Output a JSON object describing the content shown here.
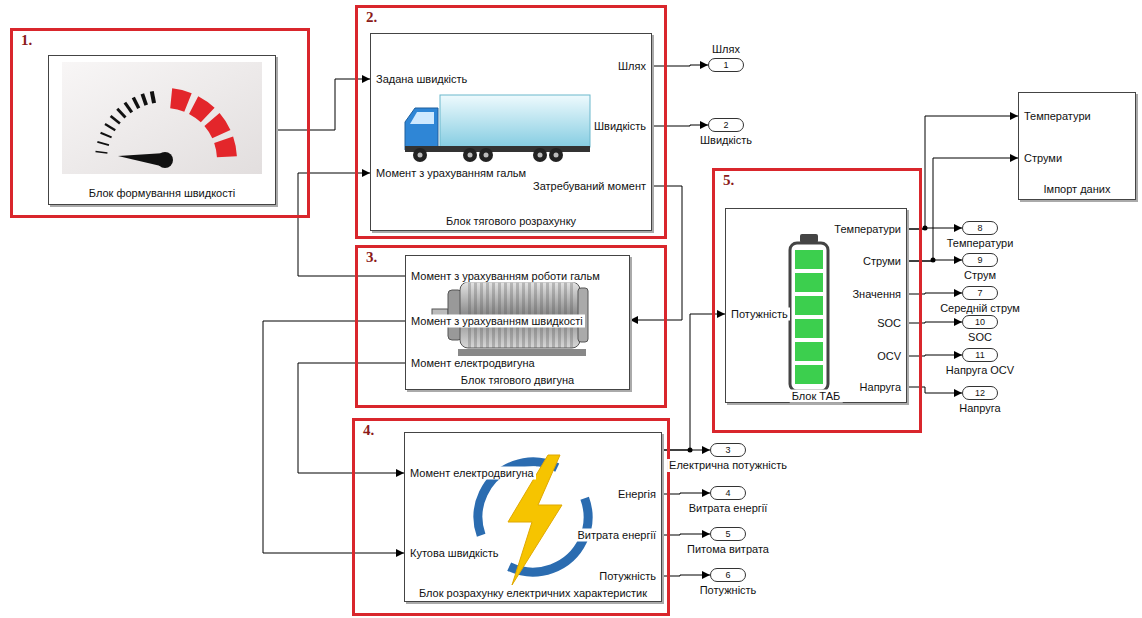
{
  "diagram": {
    "nodes": [
      {
        "text": [
          "1."
        ]
      },
      {
        "text": [
          "Блок формування швидкості"
        ],
        "in": 0
      },
      {
        "text": [
          "2."
        ]
      },
      {
        "text": [
          "Задана швидкість",
          "Момент з урахуванням гальм",
          "Шлях",
          "Швидкість",
          "Затребуваний момент",
          "Блок тягового розрахунку"
        ],
        "in": 2
      },
      {
        "text": [
          "1",
          "Шлях"
        ]
      },
      {
        "text": [
          "2",
          "Швидкість"
        ]
      },
      {
        "text": [
          "Температури",
          "Струми",
          "Імпорт даних"
        ]
      },
      {
        "text": [
          "5."
        ]
      },
      {
        "text": [
          "Потужність",
          "Температури",
          "Струми",
          "Значення",
          "SOC",
          "OCV",
          "Напруга",
          "Блок ТАБ"
        ],
        "in": 7
      },
      {
        "text": [
          "8",
          "Температури"
        ]
      },
      {
        "text": [
          "9",
          "Струм"
        ]
      },
      {
        "text": [
          "7",
          "Середній струм"
        ]
      },
      {
        "text": [
          "10",
          "SOC"
        ]
      },
      {
        "text": [
          "11",
          "Напруга OCV"
        ]
      },
      {
        "text": [
          "12",
          "Напруга"
        ]
      },
      {
        "text": [
          "3."
        ]
      },
      {
        "text": [
          "Момент з урахуванням роботи гальм",
          "Момент з урахуванням швидкості",
          "Момент електродвигуна",
          "Блок тягового двигуна"
        ],
        "in": 15
      },
      {
        "text": [
          "4."
        ]
      },
      {
        "text": [
          "Момент електродвигуна",
          "Кутова швидкість",
          "Енергія",
          "Витрата енергії",
          "Потужність",
          "Блок розрахунку електричних характеристик"
        ],
        "in": 17
      },
      {
        "text": [
          "3",
          "Електрична потужність"
        ]
      },
      {
        "text": [
          "4",
          "Витрата енергії"
        ]
      },
      {
        "text": [
          "5",
          "Питома витрата"
        ]
      },
      {
        "text": [
          "6",
          "Потужність"
        ]
      }
    ],
    "edges": [
      {
        "from": 1,
        "to": 3,
        "arrow": "to"
      },
      {
        "from": 3,
        "to": 4,
        "arrow": "to"
      },
      {
        "from": 3,
        "to": 5,
        "arrow": "to"
      },
      {
        "from": 3,
        "to": 16,
        "arrow": "to"
      },
      {
        "from": 16,
        "to": 3,
        "arrow": "to"
      },
      {
        "from": 16,
        "to": 18,
        "arrow": "to"
      },
      {
        "from": 16,
        "to": 18,
        "arrow": "to"
      },
      {
        "from": 18,
        "to": 19,
        "arrow": "to"
      },
      {
        "from": 18,
        "to": 8,
        "arrow": "to"
      },
      {
        "from": 18,
        "to": 20,
        "arrow": "to"
      },
      {
        "from": 18,
        "to": 21,
        "arrow": "to"
      },
      {
        "from": 18,
        "to": 22,
        "arrow": "to"
      },
      {
        "from": 8,
        "to": 9,
        "arrow": "to"
      },
      {
        "from": 8,
        "to": 6,
        "arrow": "to"
      },
      {
        "from": 8,
        "to": 10,
        "arrow": "to"
      },
      {
        "from": 8,
        "to": 6,
        "arrow": "to"
      },
      {
        "from": 8,
        "to": 11,
        "arrow": "to"
      },
      {
        "from": 8,
        "to": 12,
        "arrow": "to"
      },
      {
        "from": 8,
        "to": 13,
        "arrow": "to"
      },
      {
        "from": 8,
        "to": 14,
        "arrow": "to"
      }
    ]
  }
}
